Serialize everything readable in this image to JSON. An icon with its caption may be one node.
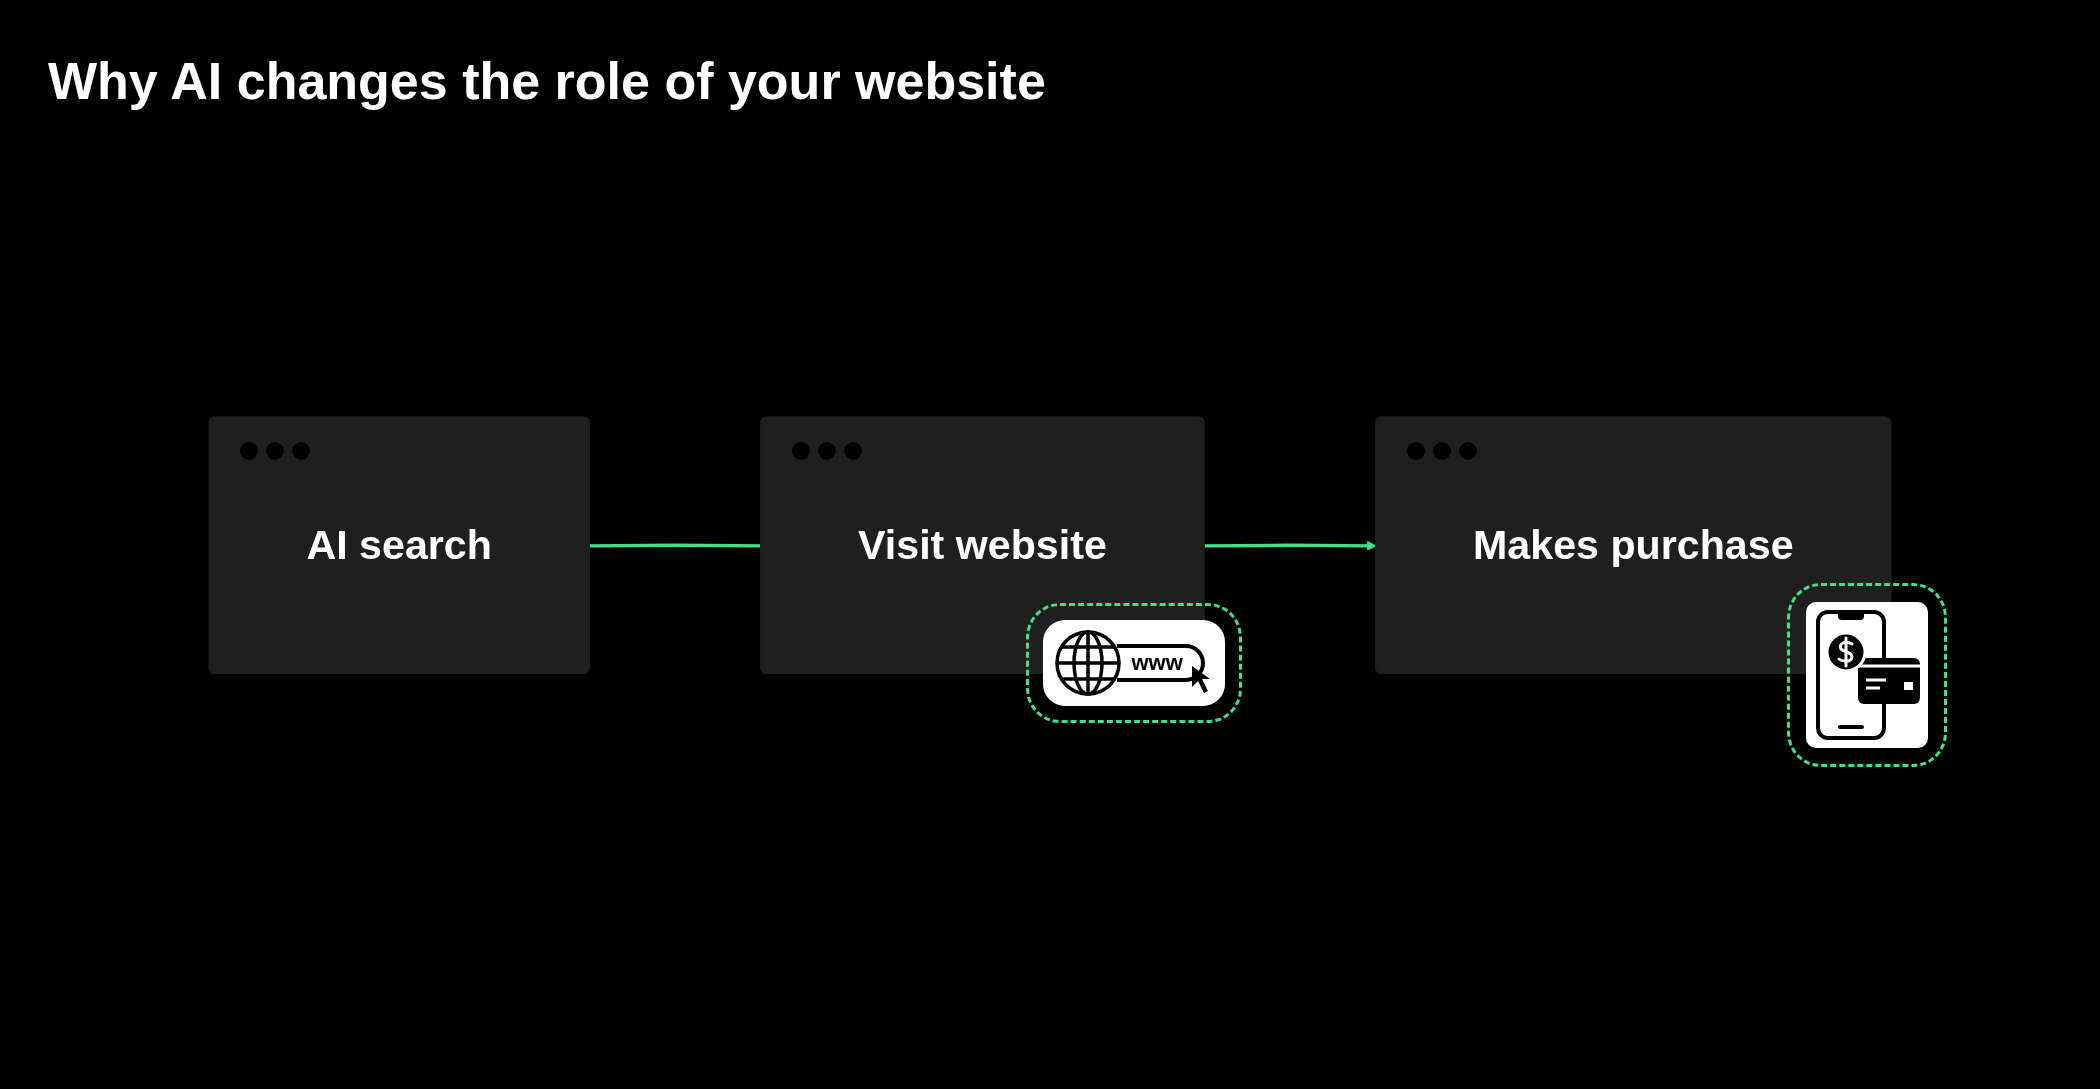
{
  "diagram": {
    "title": "Why AI changes the role of your website",
    "nodes": [
      {
        "text": [
          "AI search"
        ]
      },
      {
        "text": [
          "Visit website"
        ]
      },
      {
        "text": [
          "Makes purchase"
        ]
      }
    ],
    "edges": [
      {
        "from": 0,
        "to": 1,
        "arrow": "none"
      },
      {
        "from": 1,
        "to": 2,
        "arrow": "to"
      }
    ],
    "labels": [
      "www"
    ]
  }
}
